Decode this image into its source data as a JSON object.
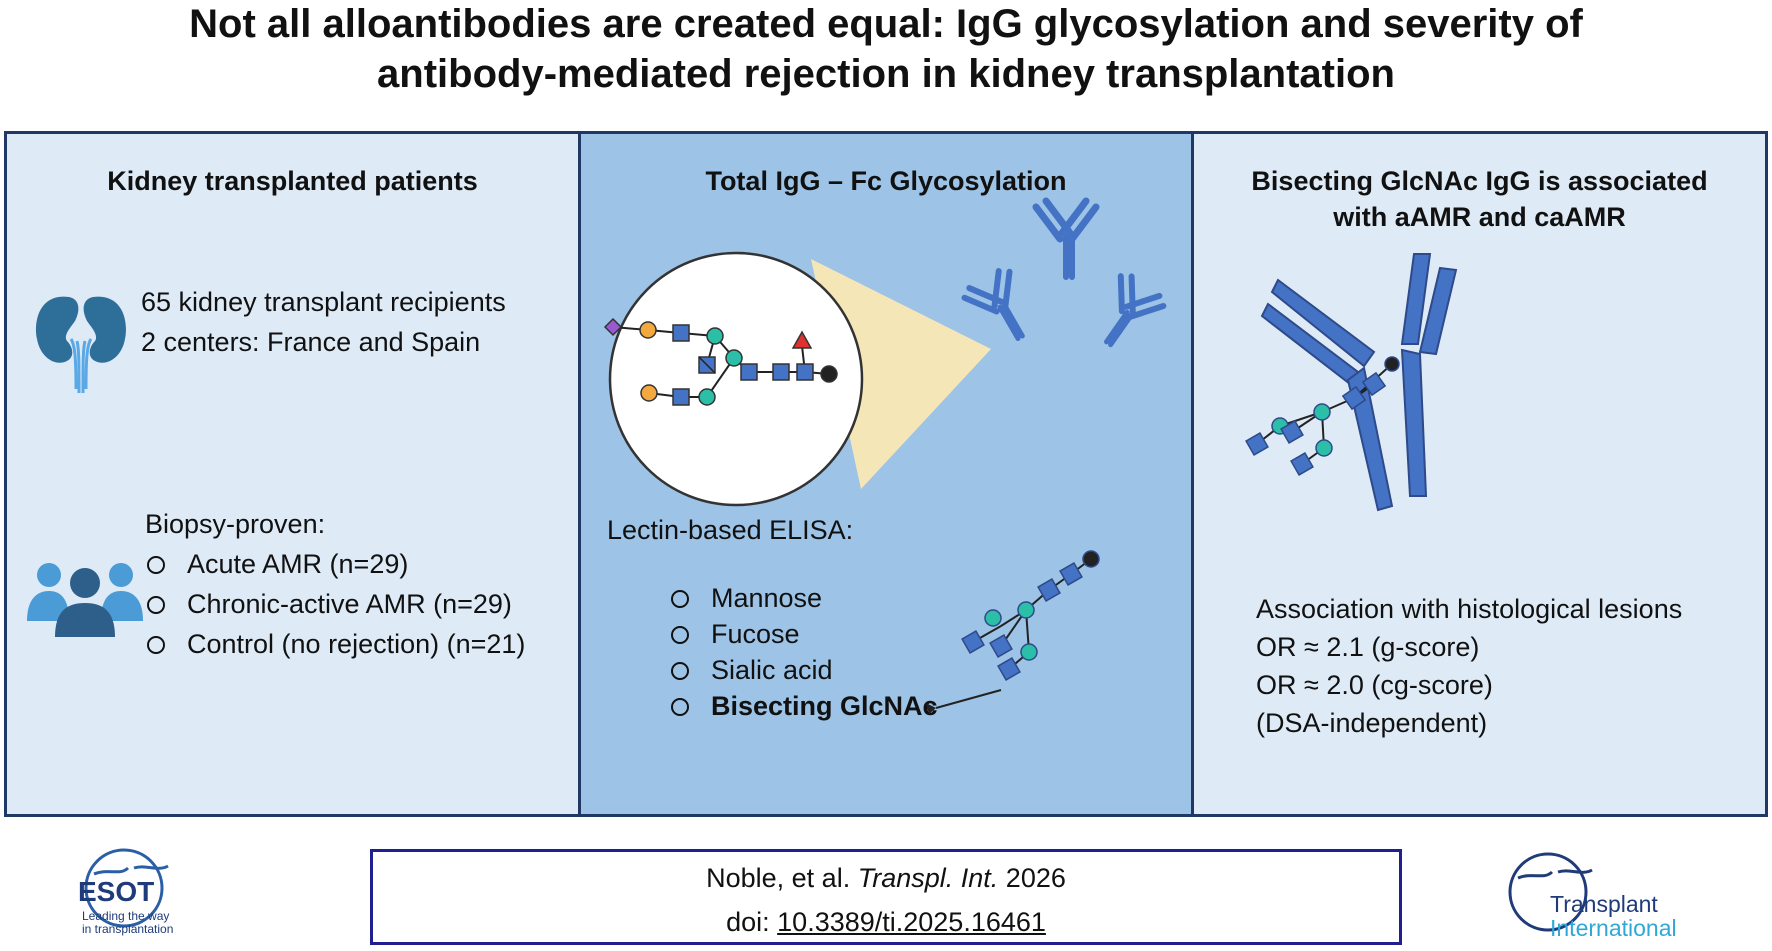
{
  "title": {
    "line1": "Not all alloantibodies are created equal: IgG glycosylation and severity of",
    "line2": "antibody-mediated rejection in kidney transplantation"
  },
  "panel_left": {
    "heading": "Kidney transplanted patients",
    "cohort_line1": "65 kidney transplant recipients",
    "cohort_line2": "2 centers: France and Spain",
    "groups_heading": "Biopsy-proven:",
    "groups": [
      "Acute AMR (n=29)",
      "Chronic-active AMR (n=29)",
      "Control (no rejection) (n=21)"
    ],
    "icons": [
      "kidney-icon",
      "patients-group-icon"
    ]
  },
  "panel_middle": {
    "heading": "Total IgG – Fc Glycosylation",
    "method_heading": "Lectin-based ELISA:",
    "lectins": [
      "Mannose",
      "Fucose",
      "Sialic acid",
      "Bisecting GlcNAc"
    ],
    "highlighted_lectin": "Bisecting GlcNAc"
  },
  "panel_right": {
    "heading_line1": "Bisecting GlcNAc IgG is associated",
    "heading_line2": "with aAMR and caAMR",
    "results": [
      "Association with histological lesions",
      "OR ≈ 2.1 (g-score)",
      "OR ≈ 2.0 (cg-score)",
      "(DSA-independent)"
    ]
  },
  "citation": {
    "authors": "Noble, et al.",
    "journal": "Transpl. Int.",
    "year": "2026",
    "doi_label": "doi:",
    "doi": "10.3389/ti.2025.16461"
  },
  "logos": {
    "left_name": "ESOT",
    "left_tagline1": "Leading the way",
    "left_tagline2": "in transplantation",
    "right_line1": "Transplant",
    "right_line2": "International"
  },
  "colors": {
    "border": "#1f3864",
    "panel_light": "#deebf7",
    "panel_mid": "#9dc3e6",
    "antibody": "#4472c4",
    "kidney": "#2e6f9a",
    "glcnac_square": "#4472c4",
    "mannose_circle": "#2cbfa8",
    "galactose_circle": "#f4a940",
    "fucose_triangle": "#e03030",
    "sialic_diamond": "#9b59d0"
  }
}
